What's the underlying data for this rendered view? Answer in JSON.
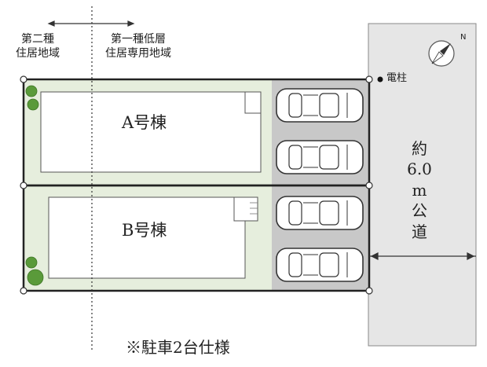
{
  "zones": {
    "left": [
      "第二種",
      "住居地域"
    ],
    "right": [
      "第一種低層",
      "住居専用地域"
    ]
  },
  "buildings": {
    "a": "A号棟",
    "b": "B号棟"
  },
  "road": {
    "lines": [
      "約",
      "6.0",
      "m",
      "公",
      "道"
    ]
  },
  "utility_pole": "電柱",
  "parking_note": "※駐車2台仕様",
  "compass": {
    "icon": "compass-north-icon",
    "label": "N"
  },
  "colors": {
    "garden": "#e6eedd",
    "parking": "#c8c8c8",
    "road": "#e6e6e6",
    "plot_border": "#222222",
    "tree": "#5a9a3a"
  }
}
